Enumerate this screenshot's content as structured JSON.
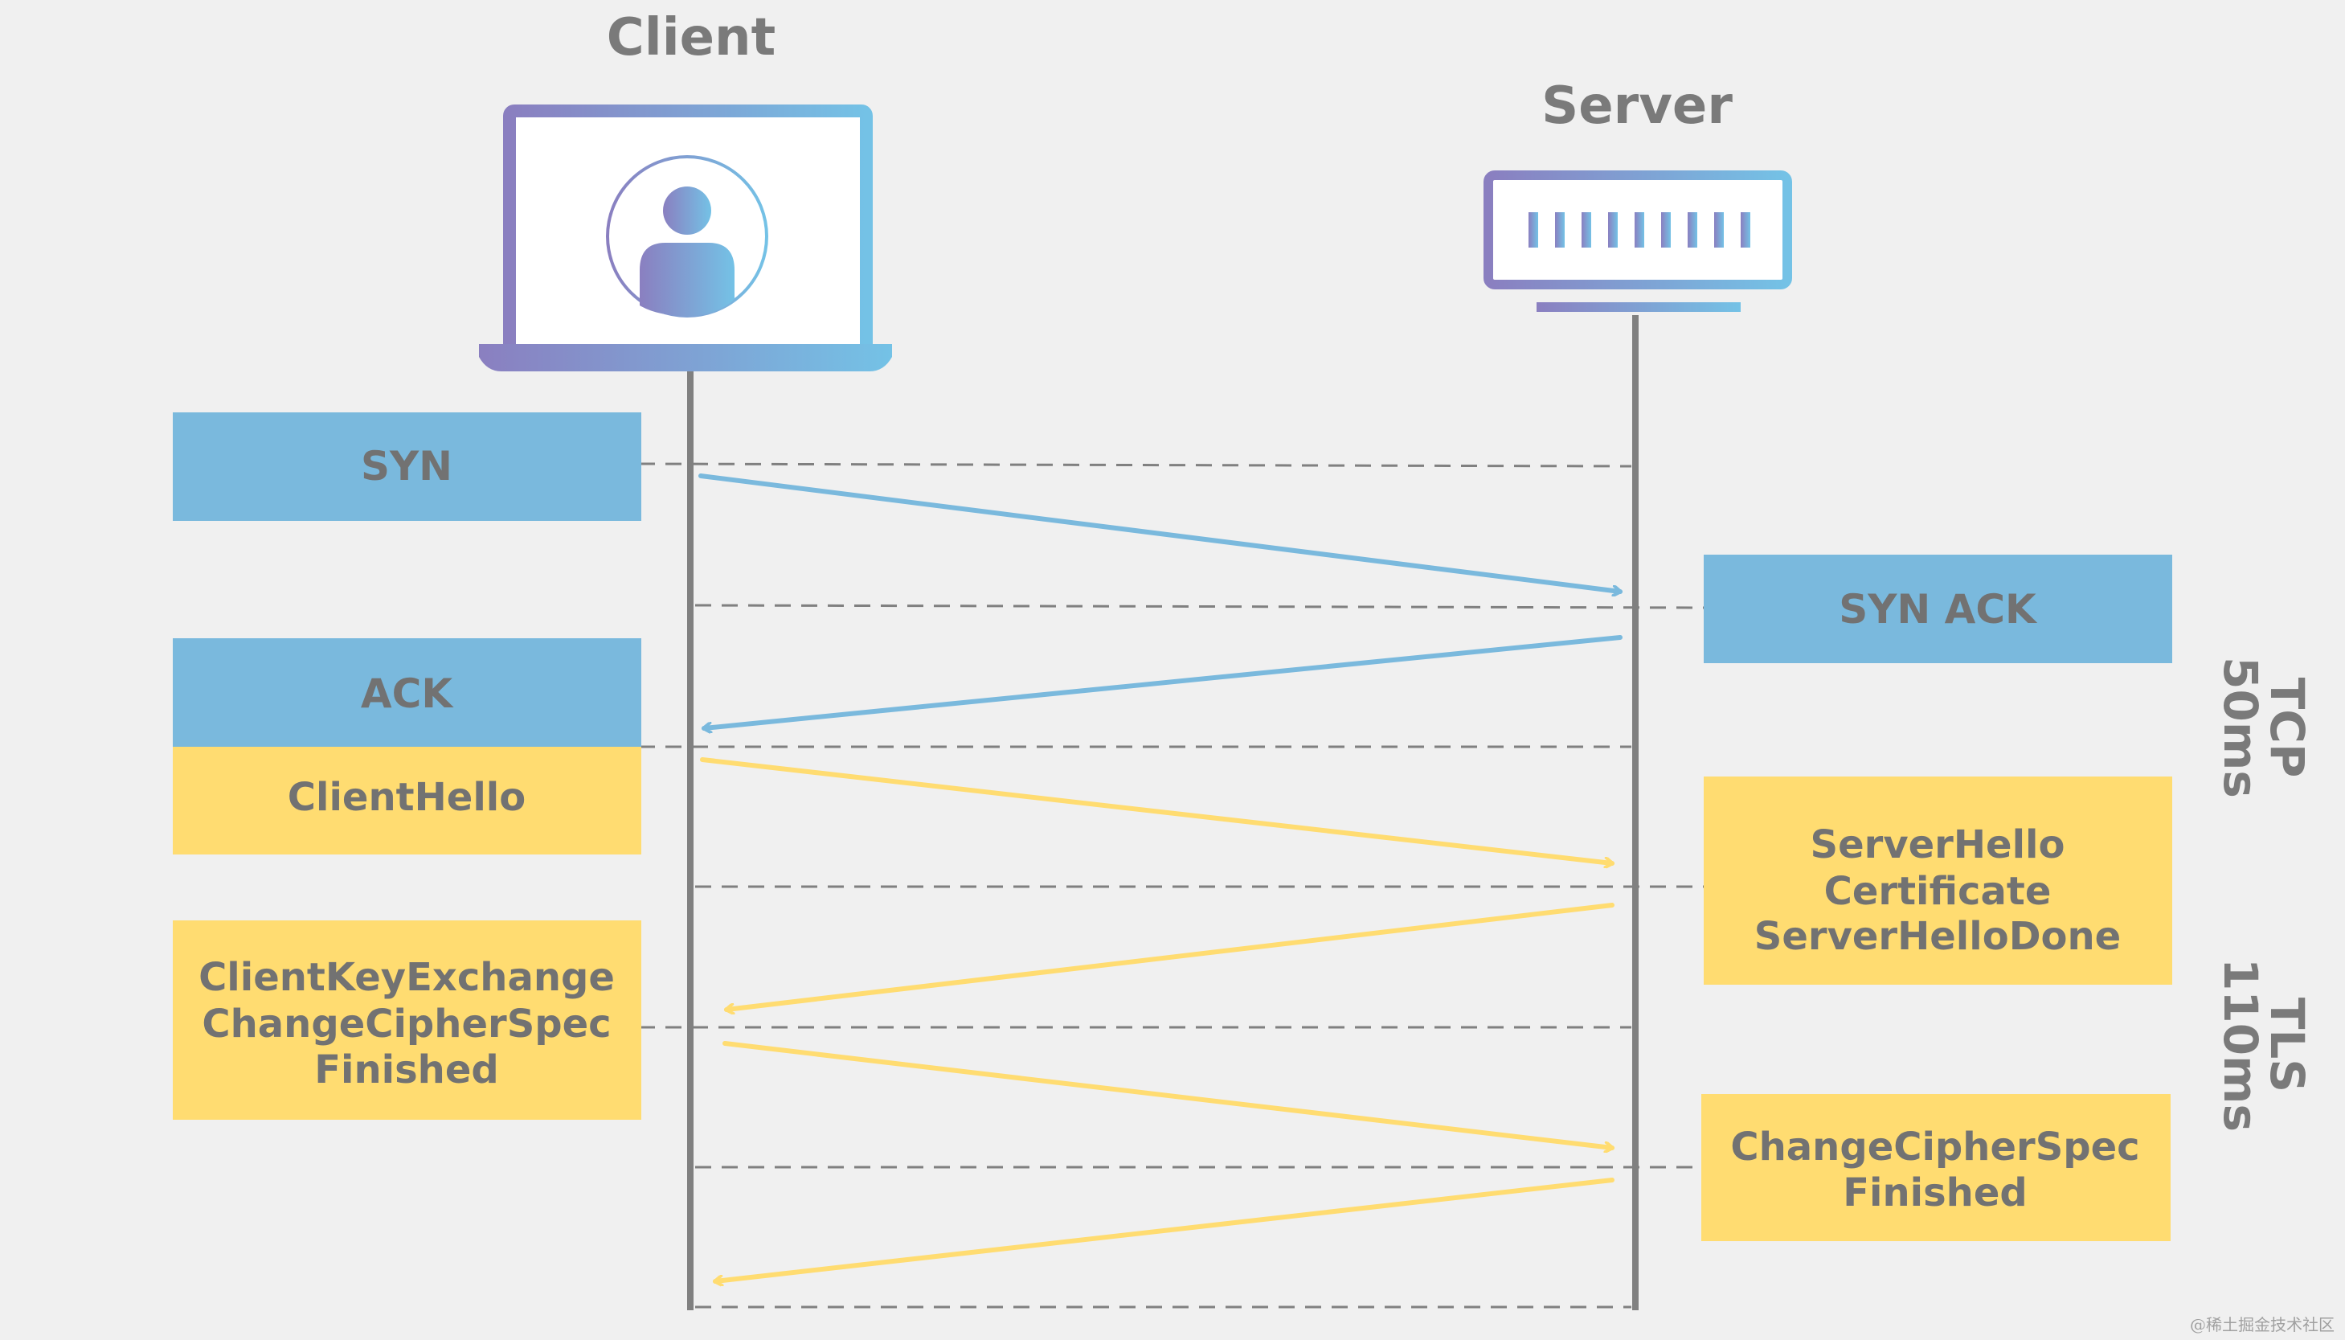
{
  "actors": {
    "client": "Client",
    "server": "Server"
  },
  "messages": {
    "syn": "SYN",
    "syn_ack": "SYN ACK",
    "ack": "ACK",
    "client_hello": "ClientHello",
    "server_hello": [
      "ServerHello",
      "Certificate",
      "ServerHelloDone"
    ],
    "client_key": [
      "ClientKeyExchange",
      "ChangeCipherSpec",
      "Finished"
    ],
    "server_finish": [
      "ChangeCipherSpec",
      "Finished"
    ]
  },
  "phases": {
    "tcp": [
      "TCP",
      "50ms"
    ],
    "tls": [
      "TLS",
      "110ms"
    ]
  },
  "watermark": "@稀土掘金技术社区",
  "colors": {
    "tcp": "#7ab9dd",
    "tls": "#ffdc71",
    "line": "#808080",
    "icon_start": "#8a7fc0",
    "icon_end": "#74c2e6"
  }
}
